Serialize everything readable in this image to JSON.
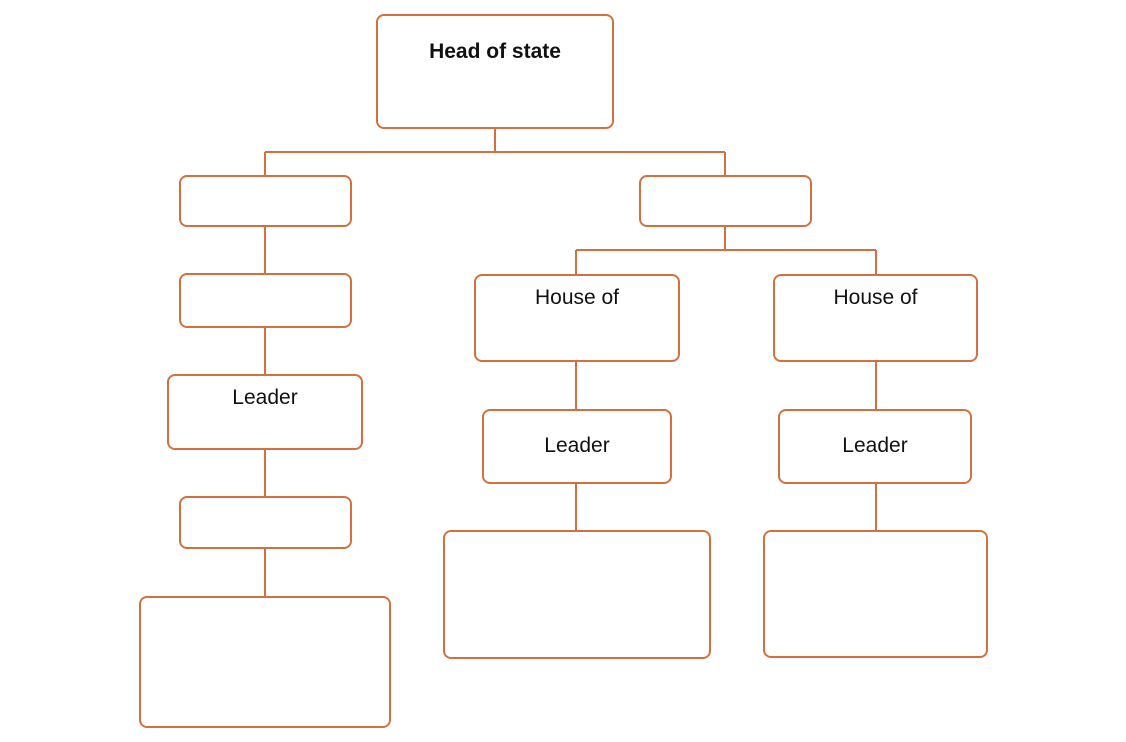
{
  "diagram": {
    "type": "org-chart",
    "line_color": "#d2713f",
    "nodes": {
      "head_of_state": "Head of state",
      "left_branch": "",
      "left_level2": "",
      "left_leader": "Leader",
      "left_level4": "",
      "left_bottom": "",
      "right_branch": "",
      "house_a": "House of",
      "house_b": "House of",
      "house_a_leader": "Leader",
      "house_b_leader": "Leader",
      "house_a_bottom": "",
      "house_b_bottom": ""
    }
  }
}
